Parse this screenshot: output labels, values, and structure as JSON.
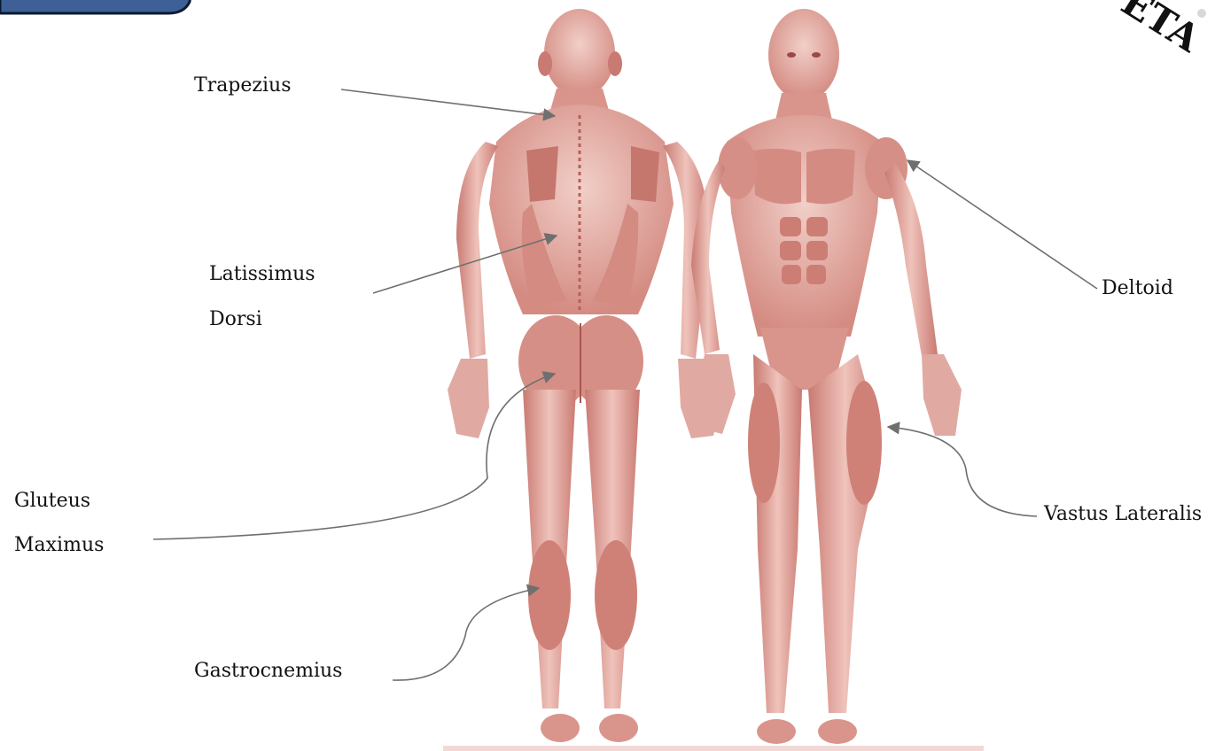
{
  "labels": {
    "trapezius": "Trapezius",
    "latissimus_line1": "Latissimus",
    "latissimus_line2": "Dorsi",
    "gluteus_line1": "Gluteus",
    "gluteus_line2": "Maximus",
    "gastrocnemius": "Gastrocnemius",
    "deltoid": "Deltoid",
    "vastus_lateralis": "Vastus Lateralis"
  },
  "stamp_text": "ETA",
  "colors": {
    "muscle": "#dfa39b",
    "muscle_dark": "#b8605a",
    "muscle_shadow": "#c97a72",
    "leader_line": "#6f6f6f",
    "tab_fill": "#3e6096",
    "tab_border": "#0d1a33",
    "text": "#111111"
  }
}
